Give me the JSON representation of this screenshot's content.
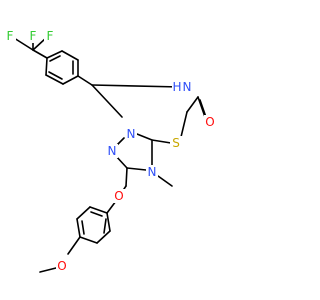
{
  "molecule": {
    "colors": {
      "bond": "#000000",
      "C": "#000000",
      "N": "#3050F8",
      "O": "#FF0D0D",
      "S": "#C8A800",
      "F": "#33CC33"
    },
    "atom_labels": {
      "f1": "F",
      "f2": "F",
      "f3": "F",
      "nh": "N",
      "h": "H",
      "o_carbonyl": "O",
      "s": "S",
      "n_ring_top": "N",
      "n_ring_left": "N",
      "n_ring_methyl": "N",
      "o_ether": "O",
      "o_methoxy": "O"
    }
  }
}
